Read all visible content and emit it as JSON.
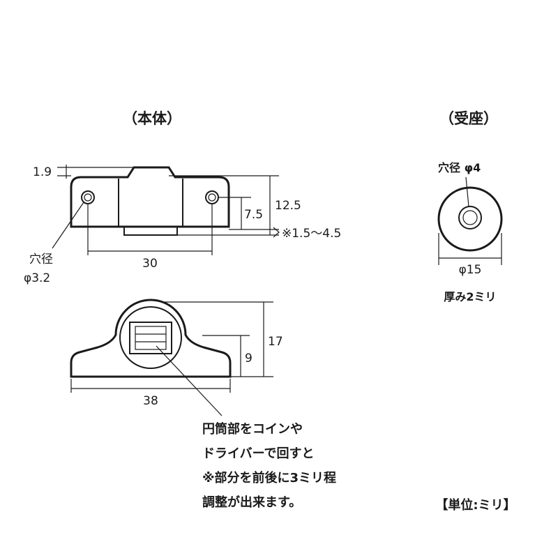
{
  "main_body": {
    "title": "（本体）",
    "top_view": {
      "dim_top_offset": "1.9",
      "dim_height": "12.5",
      "dim_hole_height": "7.5",
      "dim_adjust": "※1.5～4.5",
      "dim_hole_pitch": "30",
      "hole_label_line1": "穴径",
      "hole_label_line2": "φ3.2"
    },
    "front_view": {
      "dim_total_height": "17",
      "dim_base_height": "9",
      "dim_width": "38"
    },
    "note_lines": [
      "円筒部をコインや",
      "ドライバーで回すと",
      "※部分を前後に3ミリ程",
      "調整が出来ます。"
    ]
  },
  "receiver": {
    "title": "（受座）",
    "hole_label": "穴径 φ4",
    "dim_diameter": "φ15",
    "thickness_note": "厚み2ミリ"
  },
  "unit_note": "【単位:ミリ】",
  "colors": {
    "ink": "#1a1a1a",
    "background": "#ffffff"
  }
}
